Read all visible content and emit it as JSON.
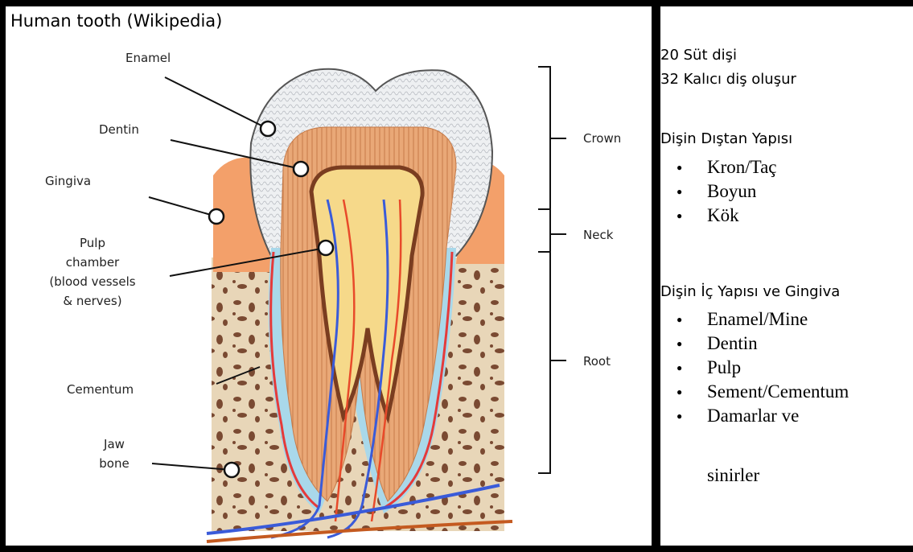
{
  "left_panel": {
    "caption": "Human tooth (Wikipedia)",
    "labels": {
      "enamel": "Enamel",
      "dentin": "Dentin",
      "gingiva": "Gingiva",
      "pulp_1": "Pulp",
      "pulp_2": "chamber",
      "pulp_3": "(blood vessels",
      "pulp_4": "& nerves)",
      "cementum": "Cementum",
      "jaw_1": "Jaw",
      "jaw_2": "bone",
      "crown": "Crown",
      "neck": "Neck",
      "root": "Root"
    }
  },
  "right_panel": {
    "line1": "20 Süt dişi",
    "line2": "32 Kalıcı diş oluşur",
    "outer_heading": "Dişin Dıştan Yapısı",
    "outer_items": [
      "Kron/Taç",
      "Boyun",
      "Kök"
    ],
    "inner_heading": "Dişin İç Yapısı ve Gingiva",
    "inner_items": [
      "Enamel/Mine",
      "Dentin",
      "Pulp",
      "Sement/Cementum",
      "Damarlar ve",
      "sinirler"
    ]
  }
}
